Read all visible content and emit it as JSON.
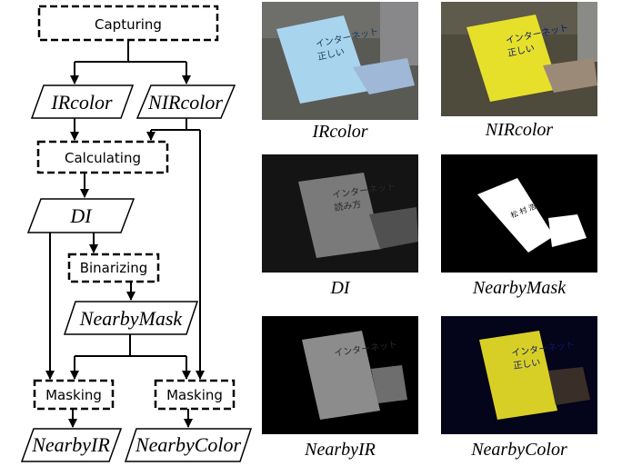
{
  "flowchart": {
    "process_nodes": {
      "capturing": "Capturing",
      "calculating": "Calculating",
      "binarizing": "Binarizing",
      "masking_left": "Masking",
      "masking_right": "Masking"
    },
    "data_nodes": {
      "ircolor": "IRcolor",
      "nircolor": "NIRcolor",
      "di": "DI",
      "nearbymask": "NearbyMask",
      "nearbyir": "NearbyIR",
      "nearbycolor": "NearbyColor"
    }
  },
  "photos": {
    "ircolor": {
      "caption": "IRcolor",
      "book_color": "#a9d4ee",
      "bg": "#5a5a55"
    },
    "nircolor": {
      "caption": "NIRcolor",
      "book_color": "#e7e02a",
      "bg": "#4e4a3c"
    },
    "di": {
      "caption": "DI",
      "book_color": "#7a7a7a",
      "bg": "#141414"
    },
    "nearbymask": {
      "caption": "NearbyMask",
      "book_color": "#ffffff",
      "bg": "#000000"
    },
    "nearbyir": {
      "caption": "NearbyIR",
      "book_color": "#8c8c8c",
      "bg": "#000000"
    },
    "nearbycolor": {
      "caption": "NearbyColor",
      "book_color": "#d8cf26",
      "bg": "#04041a"
    }
  },
  "book_text": {
    "line1": "インターネット",
    "line2": "正しい",
    "line3": "読み方",
    "author": "松 村 浩"
  }
}
